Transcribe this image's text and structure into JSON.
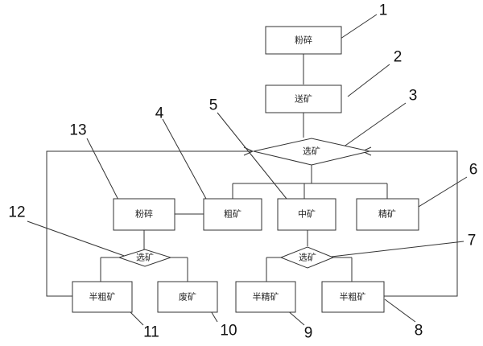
{
  "diagram": {
    "nodes": {
      "crush_top": "粉碎",
      "convey": "送矿",
      "sort_main": "选矿",
      "coarse": "粗矿",
      "medium": "中矿",
      "fine": "精矿",
      "crush_left": "粉碎",
      "sort_left": "选矿",
      "sort_right": "选矿",
      "semi_coarse_left": "半粗矿",
      "waste": "废矿",
      "semi_fine": "半精矿",
      "semi_coarse_right": "半粗矿"
    },
    "callouts": {
      "n1": "1",
      "n2": "2",
      "n3": "3",
      "n4": "4",
      "n5": "5",
      "n6": "6",
      "n7": "7",
      "n8": "8",
      "n9": "9",
      "n10": "10",
      "n11": "11",
      "n12": "12",
      "n13": "13"
    }
  }
}
